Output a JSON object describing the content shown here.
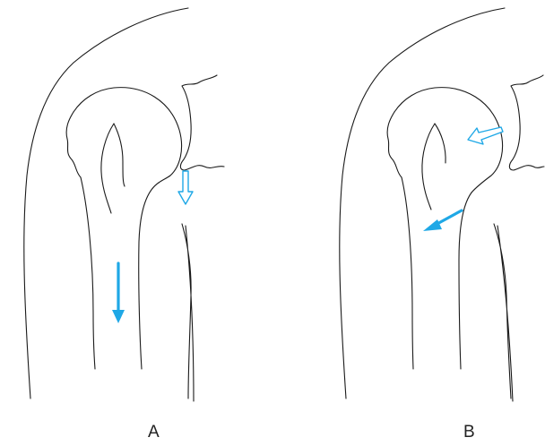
{
  "panels": [
    {
      "id": "A",
      "label": "A"
    },
    {
      "id": "B",
      "label": "B"
    }
  ],
  "colors": {
    "outline": "#1a1a1a",
    "arrow": "#1fa8e6",
    "background": "#ffffff"
  },
  "arrows": [
    {
      "panel": "A",
      "style": "solid",
      "direction": "down"
    },
    {
      "panel": "A",
      "style": "hollow",
      "direction": "down"
    },
    {
      "panel": "B",
      "style": "solid",
      "direction": "down-left"
    },
    {
      "panel": "B",
      "style": "hollow",
      "direction": "left"
    }
  ]
}
